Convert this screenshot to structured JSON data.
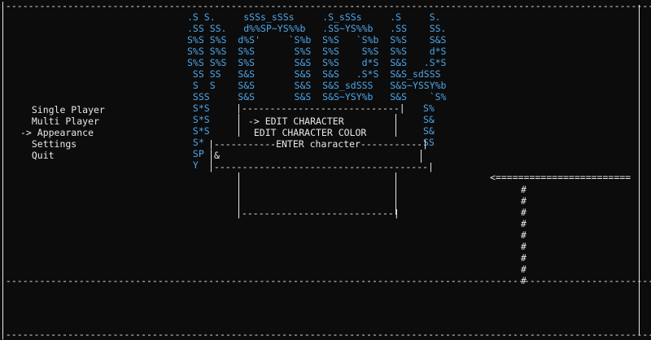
{
  "colors": {
    "background": "#0c0c0c",
    "text": "#e8e8e8",
    "logo": "#4ea6ea"
  },
  "frame": {
    "top_border": "|----------------------------------------------------------------------------------------------------------------------------|",
    "bottom_divider": "|----------------------------------------------------------------------------------------------------------------------------|",
    "bottom_border": "|----------------------------------------------------------------------------------------------------------------------------|"
  },
  "logo": {
    "lines": [
      ".S S.     sSSs_sSSs     .S_sSSs     .S     S.",
      ".SS SS.   d%%SP~YS%%b   .SS~YS%%b   .SS    SS.",
      "S%S S%S  d%S'     `S%b  S%S   `S%b  S%S    S&S",
      "S%S S%S  S%S       S%S  S%S    S%S  S%S    d*S",
      "S%S S%S  S%S       S&S  S%S    d*S  S&S   .S*S",
      " SS SS   S&S       S&S  S&S   .S*S  S&S_sdSSS",
      " S  S    S&S       S&S  S&S_sdSSS   S&S~YSSY%b",
      " SSS     S&S       S&S  S&S~YSY%b   S&S    `S%",
      " S*S",
      " S*S",
      " S*S",
      " S*",
      " SP",
      " Y"
    ],
    "right_column": [
      "S%",
      "S&",
      "S&",
      "SS"
    ]
  },
  "main_menu": {
    "items": [
      {
        "label": "  Single Player"
      },
      {
        "label": "  Multi Player"
      },
      {
        "label": "-> Appearance"
      },
      {
        "label": "  Settings"
      },
      {
        "label": "  Quit"
      }
    ]
  },
  "submenu": {
    "top_border": "|----------------------------|",
    "items": [
      {
        "label": " -> EDIT CHARACTER"
      },
      {
        "label": "  EDIT CHARACTER COLOR"
      }
    ]
  },
  "enter_box": {
    "title_border": "|-----------ENTER character-----------|",
    "input_value": "&",
    "bottom_border": "|--------------------------------------|",
    "lower_bottom": "|---------------------------|"
  },
  "arrow_pointer": {
    "line": "<========================",
    "stem": [
      "#",
      "#",
      "#",
      "#",
      "#",
      "#",
      "#",
      "#",
      "#"
    ]
  }
}
